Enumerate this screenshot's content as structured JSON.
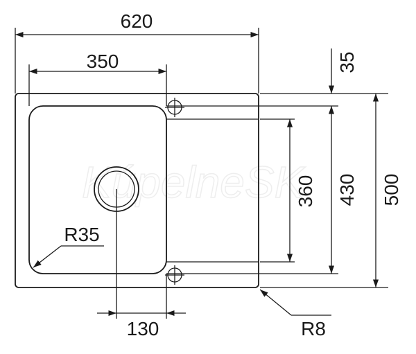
{
  "drawing": {
    "title": "Sink dimension drawing",
    "watermark": "KúpelneSK",
    "dimensions": {
      "overall_width": "620",
      "bowl_width": "350",
      "top_offset": "35",
      "inner_depth": "430",
      "overall_depth": "500",
      "drainboard_depth": "360",
      "drain_offset": "130",
      "bowl_radius": "R35",
      "corner_radius": "R8"
    },
    "line_color": "#1a1a1a"
  }
}
